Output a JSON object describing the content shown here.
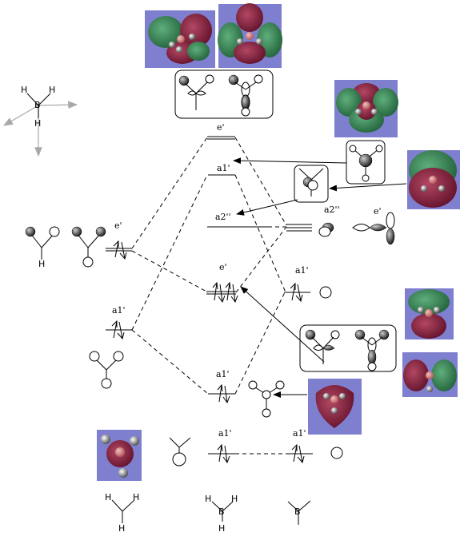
{
  "colors": {
    "panel_bg": "#7f7fd0",
    "lobe_green": "#2e7a4c",
    "lobe_red": "#7d1d3c",
    "boron_pink": "#d98a8a",
    "hydrogen_grey": "#d8d8d8",
    "arrow_grey": "#a8a8a8"
  },
  "axis_labels": {
    "h1": "H",
    "h2": "H",
    "b": "B",
    "h3": "H"
  },
  "levels": {
    "e_prime_top": "e'",
    "a1_upper": "a1'",
    "a2_double_prime": "a2''",
    "e_prime_mid": "e'",
    "a1_lower": "a1'",
    "a1_bottom": "a1'"
  },
  "left_fragment": {
    "e_prime": "e'",
    "a1_prime": "a1'",
    "h_atom": "H"
  },
  "right_fragment": {
    "a2_double_prime": "a2''",
    "e_prime": "e'",
    "a1_mid": "a1'",
    "a1_bottom": "a1'"
  },
  "bottom_molecules": {
    "h3_h": "H",
    "bh3_b": "B",
    "bh3_h": "H",
    "b": "B"
  }
}
